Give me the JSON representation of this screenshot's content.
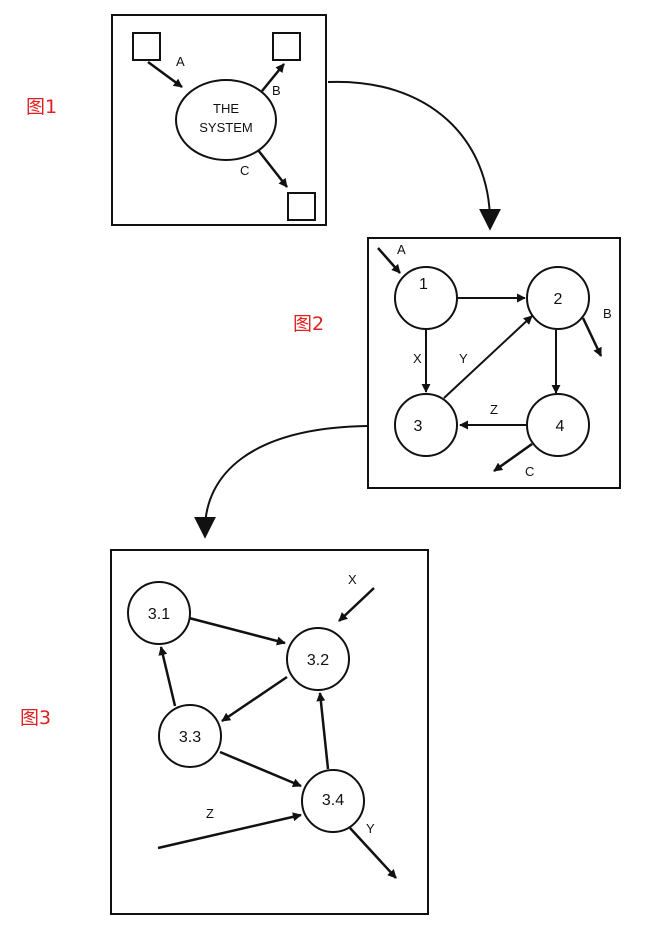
{
  "figure_labels": [
    "图1",
    "图2",
    "图3"
  ],
  "figure1": {
    "system_line1": "THE",
    "system_line2": "SYSTEM",
    "flows": [
      "A",
      "B",
      "C"
    ]
  },
  "figure2": {
    "nodes": [
      "1",
      "2",
      "3",
      "4"
    ],
    "flows": [
      "A",
      "B",
      "C",
      "X",
      "Y",
      "Z"
    ]
  },
  "figure3": {
    "nodes": [
      "3.1",
      "3.2",
      "3.3",
      "3.4"
    ],
    "flows": [
      "X",
      "Y",
      "Z"
    ]
  },
  "colors": {
    "label": "#e02020",
    "line": "#111111"
  }
}
